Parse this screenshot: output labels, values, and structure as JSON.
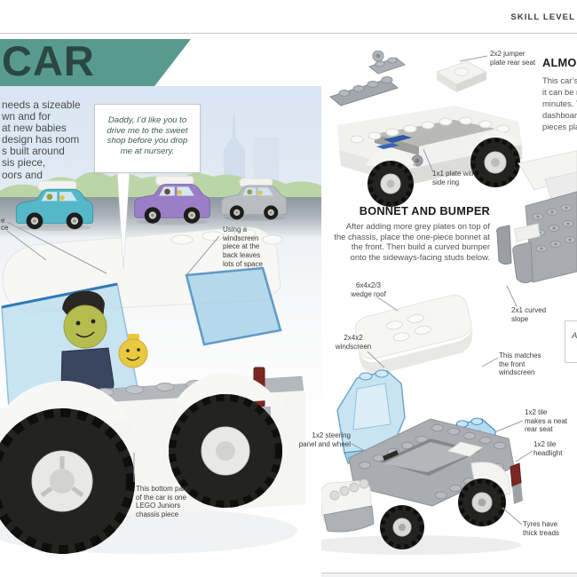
{
  "header": {
    "skill_level": "SKILL LEVEL",
    "title": "CAR"
  },
  "colors": {
    "banner_teal": "#599a8e",
    "title_text": "#2a4743",
    "speech_text": "#3f5d57",
    "sky_blue": "#d9e6f3",
    "hill_green": "#b9d3a3",
    "road_grey": "#98a0a8",
    "glass_blue": "#a9d3ea",
    "car_teal": "#54b8c8",
    "car_purple": "#9b7fc6",
    "car_grey": "#b9bdc1",
    "taillight_red": "#7c2822"
  },
  "intro": {
    "lines": [
      "needs a sizeable",
      "wn and for",
      "at new babies",
      "design has room",
      "s built around",
      "sis piece,",
      "oors and"
    ]
  },
  "scene": {
    "speech_bubble": {
      "lines": [
        "Daddy, I’d like you to",
        "drive me to the sweet",
        "shop before you drop",
        "me at nursery."
      ]
    },
    "edge_label_fragments": {
      "lines": [
        "e",
        "ce"
      ]
    },
    "windscreen_callout": {
      "lines": [
        "Using a",
        "windscreen",
        "piece at the",
        "back leaves",
        "lots of space"
      ]
    },
    "chassis_callout": {
      "lines": [
        "This bottom part",
        "of the car is one",
        "LEGO Juniors",
        "chassis piece"
      ]
    }
  },
  "right_page": {
    "chassis_step": {
      "jumper_label": {
        "lines": [
          "2x2 jumper",
          "plate rear seat"
        ]
      },
      "side_ring_label": {
        "lines": [
          "1x1 plate with",
          "side ring"
        ]
      }
    },
    "almost_section": {
      "heading": "ALMOS",
      "lines": [
        "This car’s r",
        "it can be m",
        "minutes. T",
        "dashboard",
        "pieces pla"
      ]
    },
    "bonnet_section": {
      "heading": "BONNET AND BUMPER",
      "lines": [
        "After adding more grey plates on top of",
        "the chassis, place the one-piece bonnet at",
        "the front. Then build a curved bumper",
        "onto the sideways-facing studs below."
      ]
    },
    "part_labels": {
      "wedge_roof": {
        "lines": [
          "6x4x2/3",
          "wedge roof"
        ]
      },
      "windscreen": {
        "lines": [
          "2x4x2",
          "windscreen"
        ]
      },
      "curved_slope": {
        "lines": [
          "2x1 curved",
          "slope"
        ]
      },
      "matches": {
        "lines": [
          "This matches",
          "the front",
          "windscreen"
        ]
      },
      "steering": {
        "lines": [
          "1x2 steering",
          "panel and wheel"
        ]
      },
      "rear_seat": {
        "lines": [
          "1x2 tile",
          "makes a neat",
          "rear seat"
        ]
      },
      "headlight": {
        "lines": [
          "1x2 tile",
          "headlight"
        ]
      },
      "tyres": {
        "lines": [
          "Tyres have",
          "thick treads"
        ]
      }
    },
    "cut_bubble": {
      "text": "A"
    }
  }
}
